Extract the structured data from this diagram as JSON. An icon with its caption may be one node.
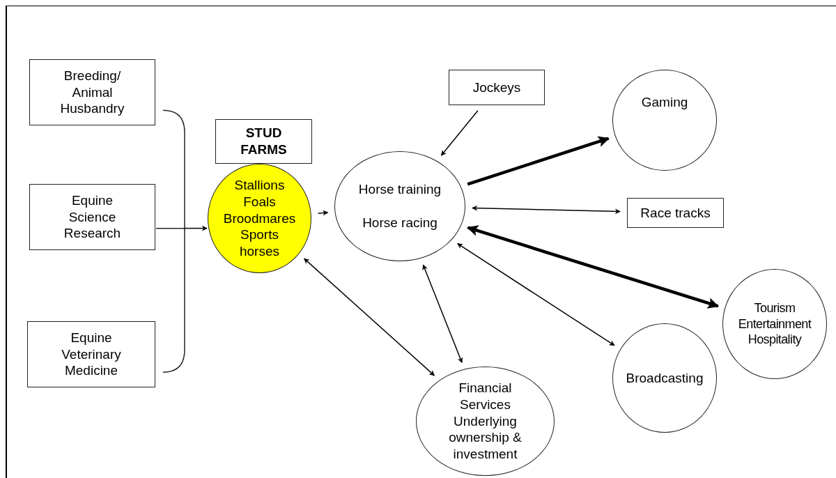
{
  "diagram": {
    "nodes": [
      {
        "text": [
          "Breeding/ Animal Husbandry"
        ]
      },
      {
        "text": [
          "Equine Science Research"
        ]
      },
      {
        "text": [
          "Equine Veterinary Medicine"
        ]
      },
      {
        "text": [
          "STUD FARMS"
        ]
      },
      {
        "text": [
          "Stallions",
          "Foals",
          "Broodmares",
          "Sports horses"
        ]
      },
      {
        "text": [
          "Horse training",
          "Horse racing"
        ]
      },
      {
        "text": [
          "Jockeys"
        ]
      },
      {
        "text": [
          "Gaming"
        ]
      },
      {
        "text": [
          "Race tracks"
        ]
      },
      {
        "text": [
          "Tourism",
          "Entertainment",
          "Hospitality"
        ]
      },
      {
        "text": [
          "Broadcasting"
        ]
      },
      {
        "text": [
          "Financial Services",
          "Underlying ownership & investment"
        ]
      }
    ],
    "edges": [
      {
        "from": 0,
        "to": 4,
        "arrow": "to"
      },
      {
        "from": 1,
        "to": 4,
        "arrow": "to"
      },
      {
        "from": 2,
        "to": 4,
        "arrow": "to"
      },
      {
        "from": 4,
        "to": 5,
        "arrow": "to"
      },
      {
        "from": 6,
        "to": 5,
        "arrow": "to"
      },
      {
        "from": 5,
        "to": 7,
        "arrow": "to",
        "style": "thick"
      },
      {
        "from": 5,
        "to": 8,
        "arrow": "both"
      },
      {
        "from": 5,
        "to": 9,
        "arrow": "both",
        "style": "thick"
      },
      {
        "from": 5,
        "to": 10,
        "arrow": "both"
      },
      {
        "from": 5,
        "to": 11,
        "arrow": "both"
      },
      {
        "from": 4,
        "to": 11,
        "arrow": "both"
      }
    ]
  }
}
